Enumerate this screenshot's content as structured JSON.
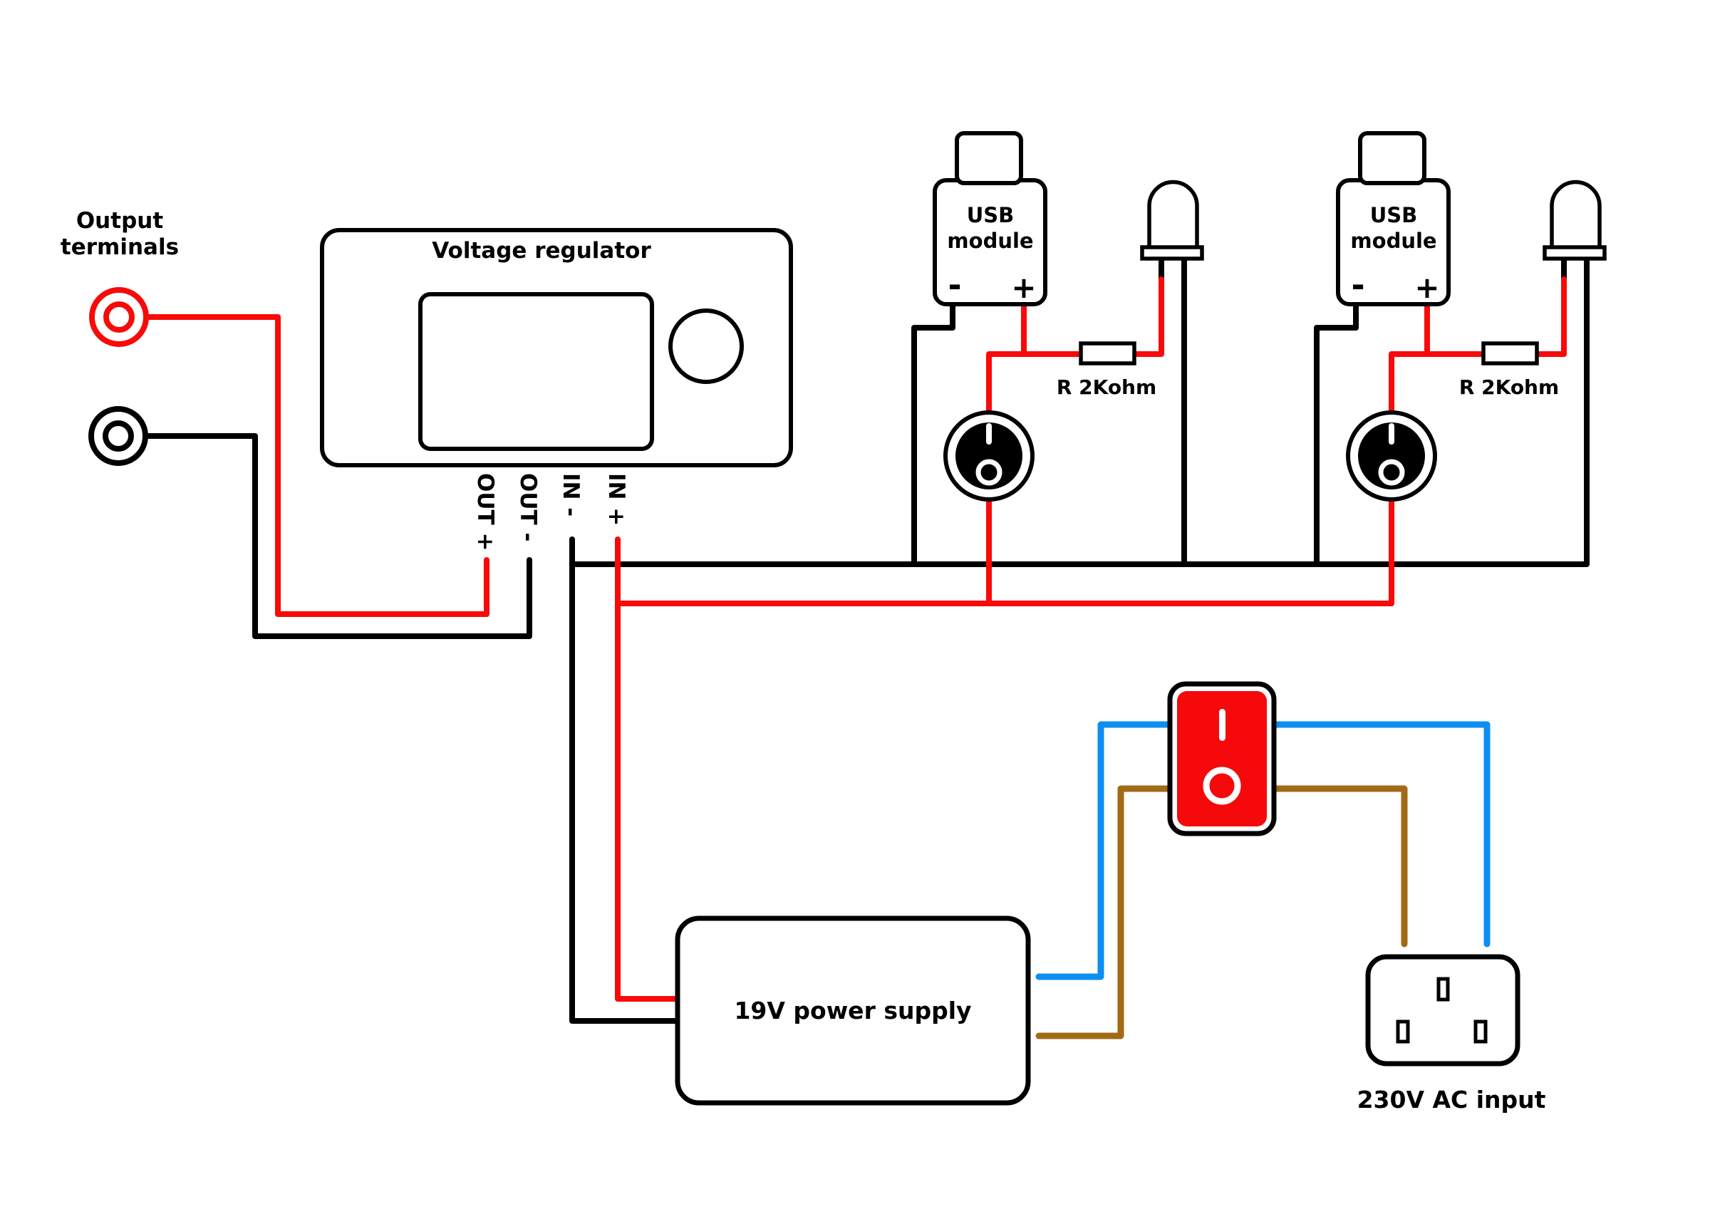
{
  "colors": {
    "wire_black": "#000000",
    "wire_red": "#f80a0a",
    "wire_blue": "#0d8ff2",
    "wire_brown": "#a26a15",
    "rocker_red": "#f6090b",
    "background": "#ffffff"
  },
  "output_terminals": {
    "label_line1": "Output",
    "label_line2": "terminals"
  },
  "voltage_regulator": {
    "title": "Voltage regulator",
    "pins": {
      "out_plus": "OUT +",
      "out_minus": "OUT -",
      "in_minus": "IN -",
      "in_plus": "IN +"
    }
  },
  "usb_circuit_1": {
    "module_label_line1": "USB",
    "module_label_line2": "module",
    "minus_label": "-",
    "plus_label": "+",
    "resistor_label": "R 2Kohm",
    "switch_on_symbol": "I",
    "switch_off_symbol": "O"
  },
  "usb_circuit_2": {
    "module_label_line1": "USB",
    "module_label_line2": "module",
    "minus_label": "-",
    "plus_label": "+",
    "resistor_label": "R 2Kohm",
    "switch_on_symbol": "I",
    "switch_off_symbol": "O"
  },
  "mains": {
    "rocker_switch_on_symbol": "I",
    "rocker_switch_off_symbol": "O",
    "power_supply_label": "19V power supply",
    "ac_input_label": "230V AC input"
  }
}
